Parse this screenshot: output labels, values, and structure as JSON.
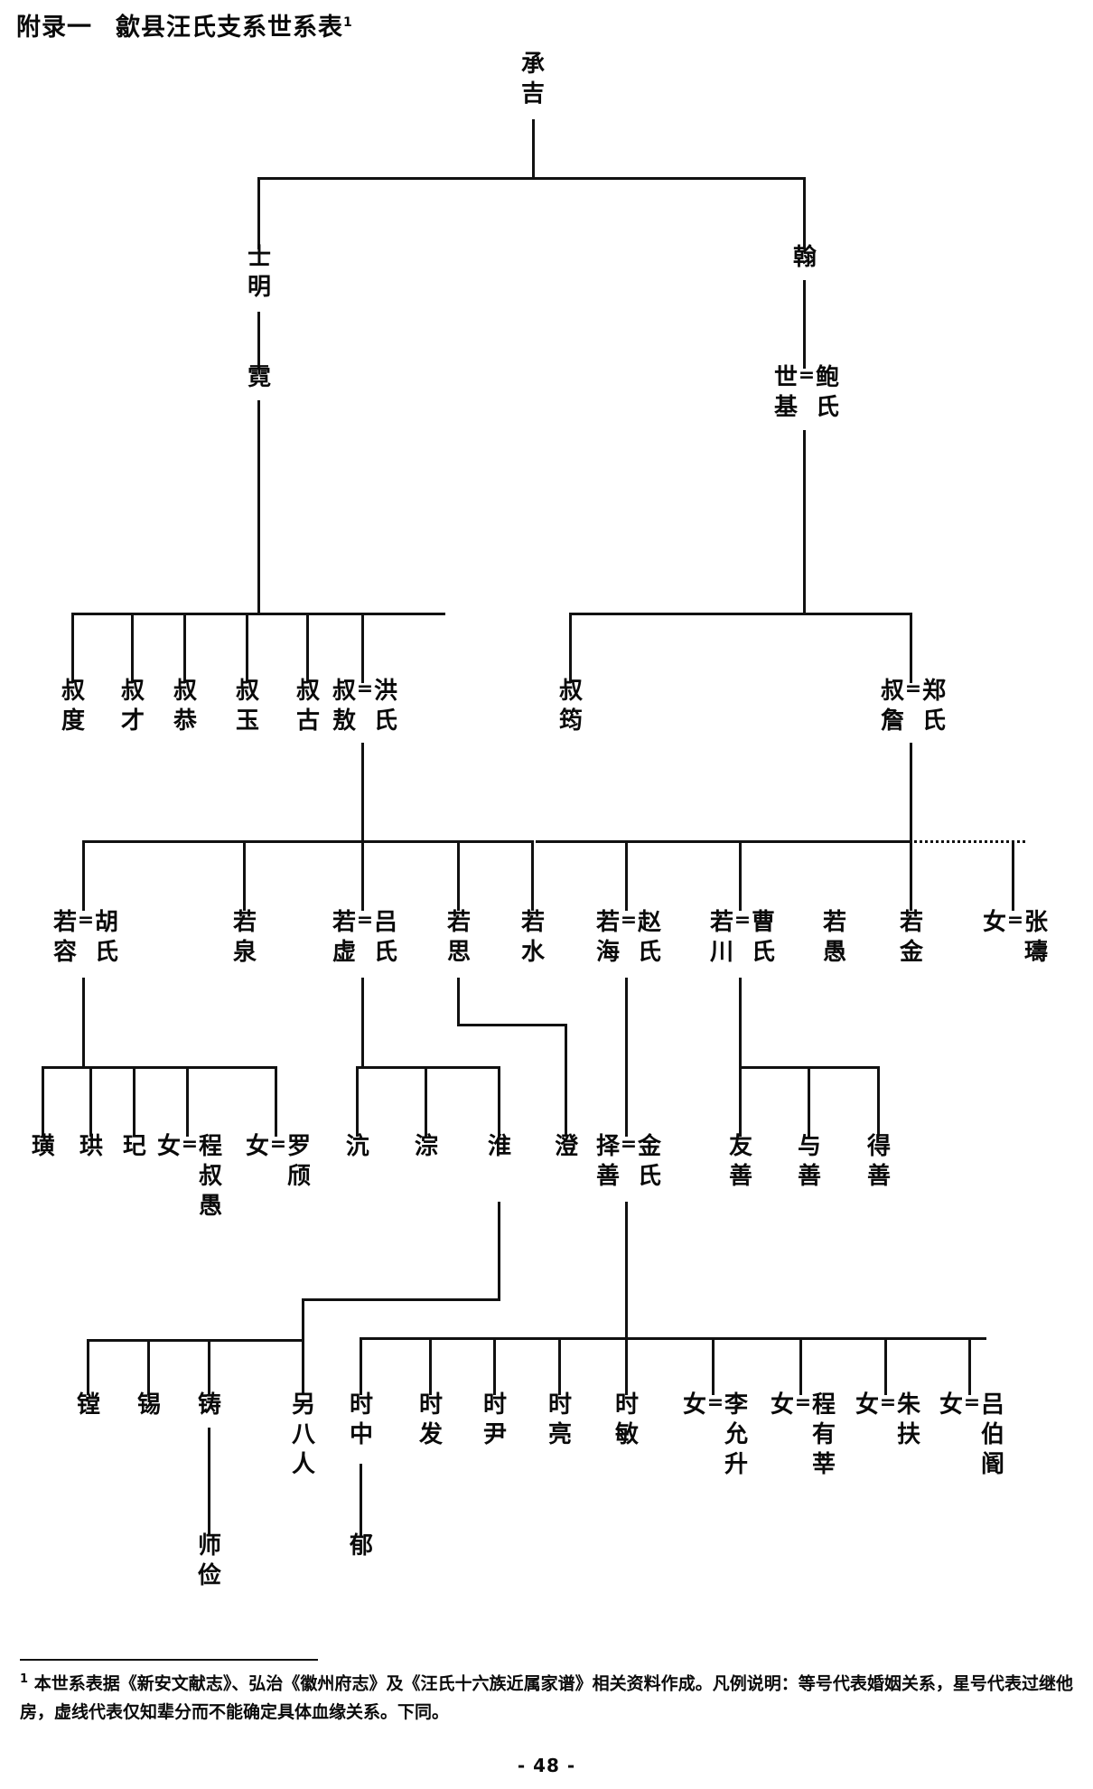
{
  "title": {
    "label": "附录一",
    "main": "歙县汪氏支系世系表",
    "footnote_marker": "1"
  },
  "page_number": "- 48 -",
  "footnote": {
    "marker": "1",
    "text": "本世系表据《新安文献志》、弘治《徽州府志》及《汪氏十六族近属家谱》相关资料作成。凡例说明：等号代表婚姻关系，星号代表过继他房，虚线代表仅知辈分而不能确定具体血缘关系。下同。"
  },
  "symbols": {
    "marriage": "=",
    "female": "女"
  },
  "generations": {
    "g1": [
      {
        "id": "chengji",
        "name": "承吉",
        "chars": [
          "承",
          "吉"
        ]
      }
    ],
    "g2": [
      {
        "id": "shiming",
        "name": "士明",
        "chars": [
          "士",
          "明"
        ]
      },
      {
        "id": "han",
        "name": "翰",
        "chars": [
          "翰"
        ]
      }
    ],
    "g3": [
      {
        "id": "ni",
        "name": "霓",
        "chars": [
          "霓"
        ]
      },
      {
        "id": "shiji",
        "name": "世基",
        "chars": [
          "世",
          "基"
        ],
        "spouse": "鲍氏",
        "spouse_chars": [
          "鲍",
          "氏"
        ]
      }
    ],
    "g4": [
      {
        "id": "shudu",
        "name": "叔度",
        "chars": [
          "叔",
          "度"
        ]
      },
      {
        "id": "shucai",
        "name": "叔才",
        "chars": [
          "叔",
          "才"
        ]
      },
      {
        "id": "shugong",
        "name": "叔恭",
        "chars": [
          "叔",
          "恭"
        ]
      },
      {
        "id": "shuyu",
        "name": "叔玉",
        "chars": [
          "叔",
          "玉"
        ]
      },
      {
        "id": "shugu",
        "name": "叔古",
        "chars": [
          "叔",
          "古"
        ]
      },
      {
        "id": "shuao",
        "name": "叔敖",
        "chars": [
          "叔",
          "敖"
        ],
        "spouse": "洪氏",
        "spouse_chars": [
          "洪",
          "氏"
        ]
      },
      {
        "id": "shujun",
        "name": "叔筠",
        "chars": [
          "叔",
          "筠"
        ]
      },
      {
        "id": "shuzhan",
        "name": "叔詹",
        "chars": [
          "叔",
          "詹"
        ],
        "spouse": "郑氏",
        "spouse_chars": [
          "郑",
          "氏"
        ]
      }
    ],
    "g5": [
      {
        "id": "ruorong",
        "name": "若容",
        "chars": [
          "若",
          "容"
        ],
        "spouse": "胡氏",
        "spouse_chars": [
          "胡",
          "氏"
        ]
      },
      {
        "id": "ruoquan",
        "name": "若泉",
        "chars": [
          "若",
          "泉"
        ]
      },
      {
        "id": "ruoxu",
        "name": "若虚",
        "chars": [
          "若",
          "虚"
        ],
        "spouse": "吕氏",
        "spouse_chars": [
          "吕",
          "氏"
        ]
      },
      {
        "id": "ruosi",
        "name": "若思",
        "chars": [
          "若",
          "思"
        ]
      },
      {
        "id": "ruoshui",
        "name": "若水",
        "chars": [
          "若",
          "水"
        ]
      },
      {
        "id": "ruohai",
        "name": "若海",
        "chars": [
          "若",
          "海"
        ],
        "spouse": "赵氏",
        "spouse_chars": [
          "赵",
          "氏"
        ]
      },
      {
        "id": "ruochuan",
        "name": "若川",
        "chars": [
          "若",
          "川"
        ],
        "spouse": "曹氏",
        "spouse_chars": [
          "曹",
          "氏"
        ]
      },
      {
        "id": "ruoyu",
        "name": "若愚",
        "chars": [
          "若",
          "愚"
        ]
      },
      {
        "id": "ruojin",
        "name": "若金",
        "chars": [
          "若",
          "金"
        ]
      },
      {
        "id": "nv_zhangshu",
        "name": "女",
        "chars": [
          "女"
        ],
        "spouse": "张璹",
        "spouse_chars": [
          "张",
          "璹"
        ]
      }
    ],
    "g6": [
      {
        "id": "huang",
        "name": "璜",
        "chars": [
          "璜"
        ]
      },
      {
        "id": "gong",
        "name": "珙",
        "chars": [
          "珙"
        ]
      },
      {
        "id": "qi",
        "name": "玘",
        "chars": [
          "玘"
        ]
      },
      {
        "id": "nv_chengshuyu",
        "name": "女",
        "chars": [
          "女"
        ],
        "spouse": "程叔愚",
        "spouse_chars": [
          "程",
          "叔",
          "愚"
        ]
      },
      {
        "id": "nv_luoqi",
        "name": "女",
        "chars": [
          "女"
        ],
        "spouse": "罗颀",
        "spouse_chars": [
          "罗",
          "颀"
        ]
      },
      {
        "id": "hang",
        "name": "沆",
        "chars": [
          "沆"
        ]
      },
      {
        "id": "cong",
        "name": "淙",
        "chars": [
          "淙"
        ]
      },
      {
        "id": "huai",
        "name": "淮",
        "chars": [
          "淮"
        ]
      },
      {
        "id": "cheng",
        "name": "澄",
        "chars": [
          "澄"
        ]
      },
      {
        "id": "zeshan",
        "name": "择善",
        "chars": [
          "择",
          "善"
        ],
        "spouse": "金氏",
        "spouse_chars": [
          "金",
          "氏"
        ]
      },
      {
        "id": "youshan",
        "name": "友善",
        "chars": [
          "友",
          "善"
        ]
      },
      {
        "id": "yushan",
        "name": "与善",
        "chars": [
          "与",
          "善"
        ]
      },
      {
        "id": "deshan",
        "name": "得善",
        "chars": [
          "得",
          "善"
        ]
      }
    ],
    "g7": [
      {
        "id": "kai",
        "name": "镗",
        "chars": [
          "镗"
        ]
      },
      {
        "id": "xi",
        "name": "锡",
        "chars": [
          "锡"
        ]
      },
      {
        "id": "zhu",
        "name": "铸",
        "chars": [
          "铸"
        ]
      },
      {
        "id": "lingbaren",
        "name": "另八人",
        "chars": [
          "另",
          "八",
          "人"
        ]
      },
      {
        "id": "shizhong",
        "name": "时中",
        "chars": [
          "时",
          "中"
        ]
      },
      {
        "id": "shifa",
        "name": "时发",
        "chars": [
          "时",
          "发"
        ]
      },
      {
        "id": "shiyin",
        "name": "时尹",
        "chars": [
          "时",
          "尹"
        ]
      },
      {
        "id": "shiliang",
        "name": "时亮",
        "chars": [
          "时",
          "亮"
        ]
      },
      {
        "id": "shimin",
        "name": "时敏",
        "chars": [
          "时",
          "敏"
        ]
      },
      {
        "id": "nv_liyunsheng",
        "name": "女",
        "chars": [
          "女"
        ],
        "spouse": "李允升",
        "spouse_chars": [
          "李",
          "允",
          "升"
        ]
      },
      {
        "id": "nv_chengyouxin",
        "name": "女",
        "chars": [
          "女"
        ],
        "spouse": "程有莘",
        "spouse_chars": [
          "程",
          "有",
          "莘"
        ]
      },
      {
        "id": "nv_zhufu",
        "name": "女",
        "chars": [
          "女"
        ],
        "spouse": "朱扶",
        "spouse_chars": [
          "朱",
          "扶"
        ]
      },
      {
        "id": "nv_lvbokun",
        "name": "女",
        "chars": [
          "女"
        ],
        "spouse": "吕伯阍",
        "spouse_chars": [
          "吕",
          "伯",
          "阍"
        ]
      }
    ],
    "g8": [
      {
        "id": "shijian",
        "name": "师俭",
        "chars": [
          "师",
          "俭"
        ]
      },
      {
        "id": "yu",
        "name": "郁",
        "chars": [
          "郁"
        ]
      }
    ]
  }
}
